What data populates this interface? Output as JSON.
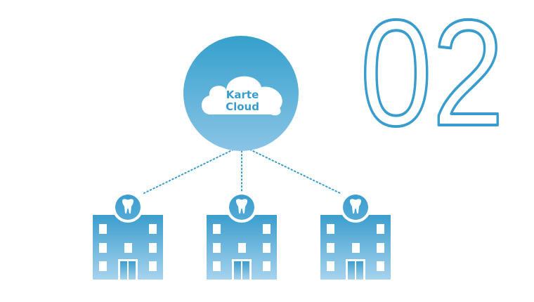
{
  "step_number": "02",
  "cloud": {
    "line1": "Karte",
    "line2": "Cloud",
    "icon": "cloud-icon"
  },
  "clinics": [
    {
      "icon": "tooth-icon",
      "building": "clinic-building-icon"
    },
    {
      "icon": "tooth-icon",
      "building": "clinic-building-icon"
    },
    {
      "icon": "tooth-icon",
      "building": "clinic-building-icon"
    }
  ],
  "colors": {
    "primary": "#3a9ccc",
    "light": "#a9d3ee",
    "white": "#ffffff"
  }
}
